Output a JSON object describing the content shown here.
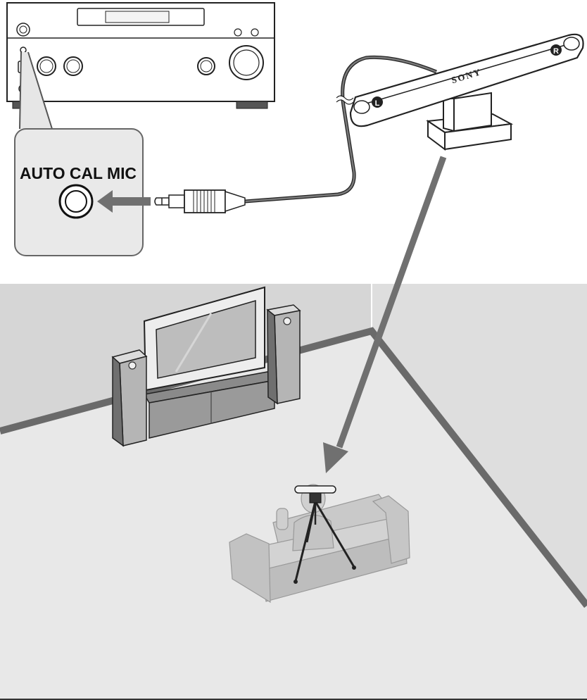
{
  "callout": {
    "jack_label": "AUTO CAL MIC"
  },
  "microphone": {
    "brand": "SONY",
    "left_marker": "L",
    "right_marker": "R"
  },
  "colors": {
    "outline": "#222222",
    "room_floor": "#e6e6e6",
    "room_wall": "#d2d2d2",
    "room_wall_right": "#dcdcdc",
    "floor_line": "#666666",
    "arrow": "#707070",
    "speaker_front": "#b4b4b4",
    "speaker_side": "#7a7a7a",
    "sofa": "#c8c8c8",
    "sofa_dark": "#b4b4b4"
  }
}
